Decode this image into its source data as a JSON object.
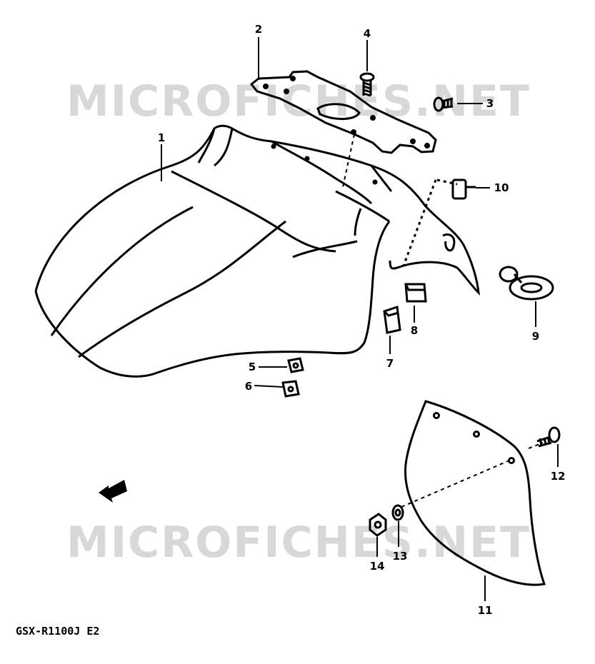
{
  "watermark": {
    "text": "MICROFICHES.NET"
  },
  "model_label": "GSX-R1100J E2",
  "callouts": {
    "p1": "1",
    "p2": "2",
    "p3": "3",
    "p4": "4",
    "p5": "5",
    "p6": "6",
    "p7": "7",
    "p8": "8",
    "p9": "9",
    "p10": "10",
    "p11": "11",
    "p12": "12",
    "p13": "13",
    "p14": "14"
  },
  "parts": [
    {
      "ref": "1",
      "part": "front-fender"
    },
    {
      "ref": "2",
      "part": "fender-brace"
    },
    {
      "ref": "3",
      "part": "screw"
    },
    {
      "ref": "4",
      "part": "screw"
    },
    {
      "ref": "5",
      "part": "nut"
    },
    {
      "ref": "6",
      "part": "nut"
    },
    {
      "ref": "7",
      "part": "cushion"
    },
    {
      "ref": "8",
      "part": "cushion"
    },
    {
      "ref": "9",
      "part": "grommet"
    },
    {
      "ref": "10",
      "part": "clip"
    },
    {
      "ref": "11",
      "part": "mud-flap"
    },
    {
      "ref": "12",
      "part": "screw"
    },
    {
      "ref": "13",
      "part": "washer"
    },
    {
      "ref": "14",
      "part": "nut"
    }
  ]
}
